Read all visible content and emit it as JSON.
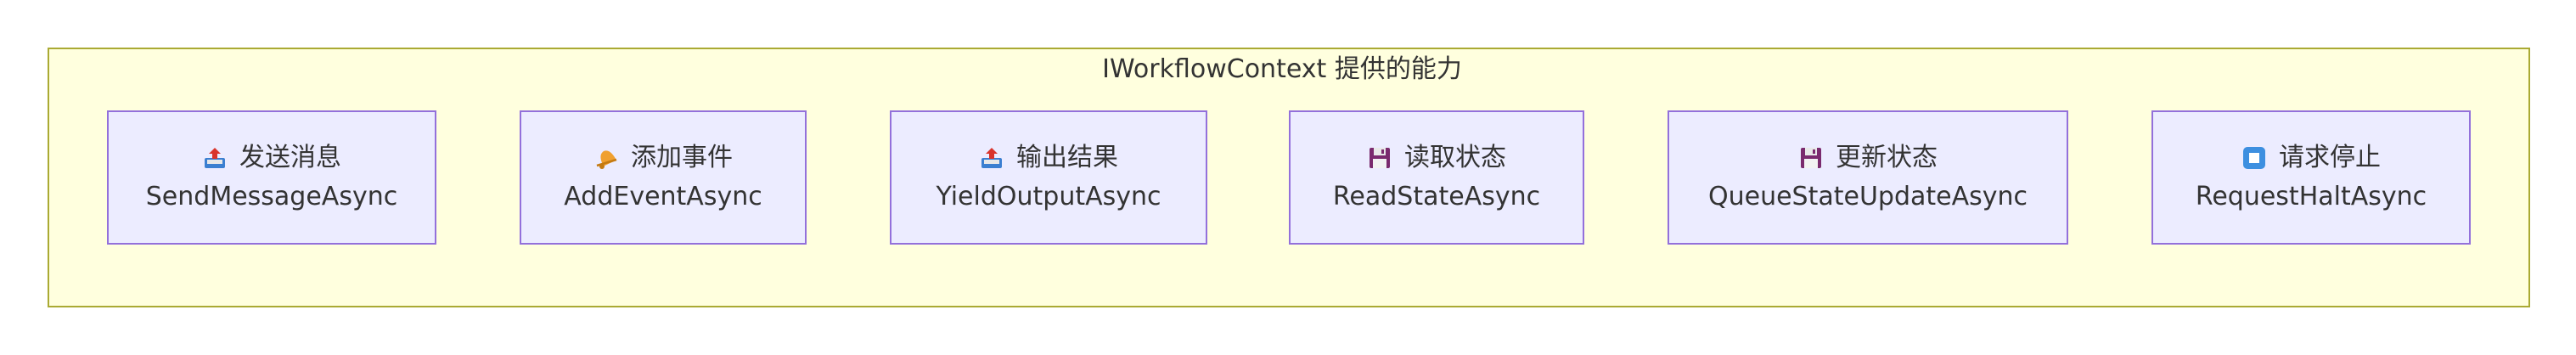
{
  "diagram": {
    "cluster_title": "IWorkflowContext 提供的能力",
    "nodes": [
      {
        "icon": "outbox-tray-icon",
        "label": "发送消息",
        "method": "SendMessageAsync"
      },
      {
        "icon": "bell-icon",
        "label": "添加事件",
        "method": "AddEventAsync"
      },
      {
        "icon": "outbox-tray-icon",
        "label": "输出结果",
        "method": "YieldOutputAsync"
      },
      {
        "icon": "floppy-disk-icon",
        "label": "读取状态",
        "method": "ReadStateAsync"
      },
      {
        "icon": "floppy-disk-icon",
        "label": "更新状态",
        "method": "QueueStateUpdateAsync"
      },
      {
        "icon": "stop-button-icon",
        "label": "请求停止",
        "method": "RequestHaltAsync"
      }
    ]
  },
  "colors": {
    "cluster_fill": "#ffffde",
    "cluster_border": "#aaaa33",
    "node_fill": "#ececff",
    "node_border": "#9370db",
    "text": "#333333"
  }
}
